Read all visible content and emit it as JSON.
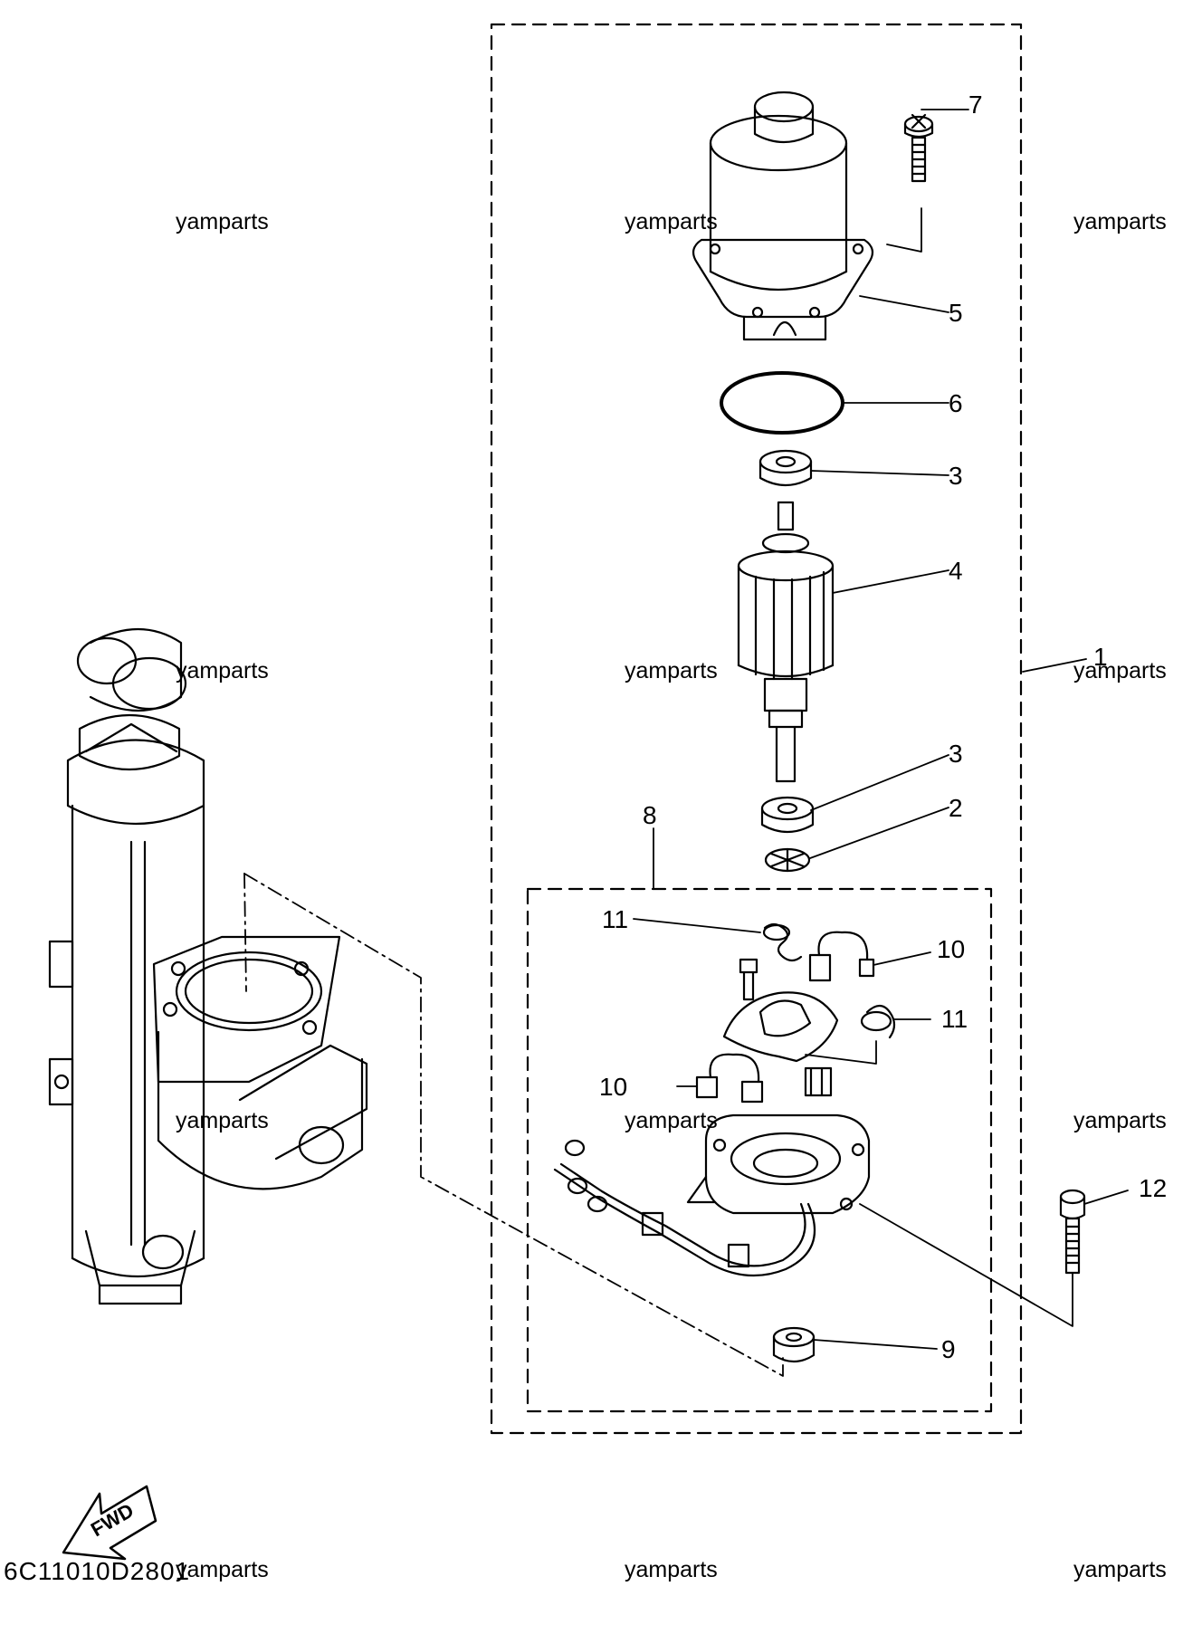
{
  "watermark": "yamparts",
  "drawing_code": "6C11010D2801",
  "direction_label": "FWD",
  "callouts": {
    "c1": "1",
    "c2": "2",
    "c3a": "3",
    "c3b": "3",
    "c4": "4",
    "c5": "5",
    "c6": "6",
    "c7": "7",
    "c8": "8",
    "c9": "9",
    "c10a": "10",
    "c10b": "10",
    "c11a": "11",
    "c11b": "11",
    "c12": "12"
  }
}
